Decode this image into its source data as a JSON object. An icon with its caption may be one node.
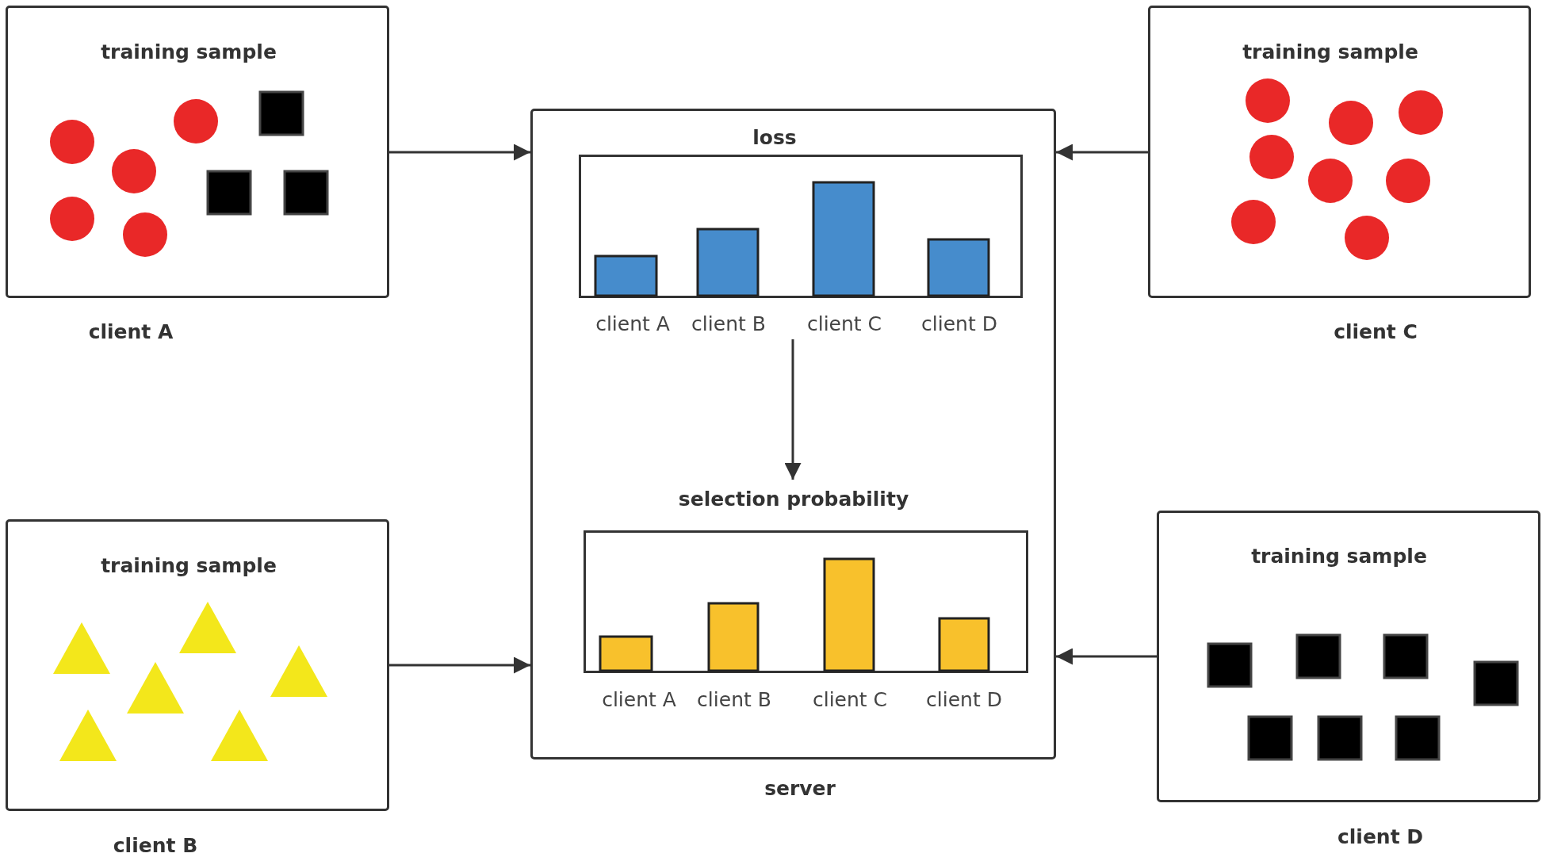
{
  "diagram": {
    "nodes": [
      {
        "text": [
          "training sample"
        ],
        "beside": [
          "client A"
        ]
      },
      {
        "text": [
          "training sample"
        ],
        "beside": [
          "client C"
        ]
      },
      {
        "text": [
          "server"
        ]
      },
      {
        "text": [
          "loss"
        ],
        "in": 2
      },
      {
        "text": [
          "selection probability"
        ],
        "in": 2
      },
      {
        "text": [
          "training sample"
        ],
        "beside": [
          "client B"
        ]
      },
      {
        "text": [
          "training sample"
        ],
        "beside": [
          "client D"
        ]
      }
    ],
    "edges": [
      {
        "from": 0,
        "to": 2,
        "arrow": "to"
      },
      {
        "from": 1,
        "to": 2,
        "arrow": "to"
      },
      {
        "from": 3,
        "to": 4,
        "arrow": "to"
      },
      {
        "from": 5,
        "to": 2,
        "arrow": "to"
      },
      {
        "from": 6,
        "to": 2,
        "arrow": "to"
      }
    ],
    "labels": [
      "client A",
      "client B",
      "client C",
      "client D",
      "client A",
      "client B",
      "client C",
      "client D"
    ]
  }
}
